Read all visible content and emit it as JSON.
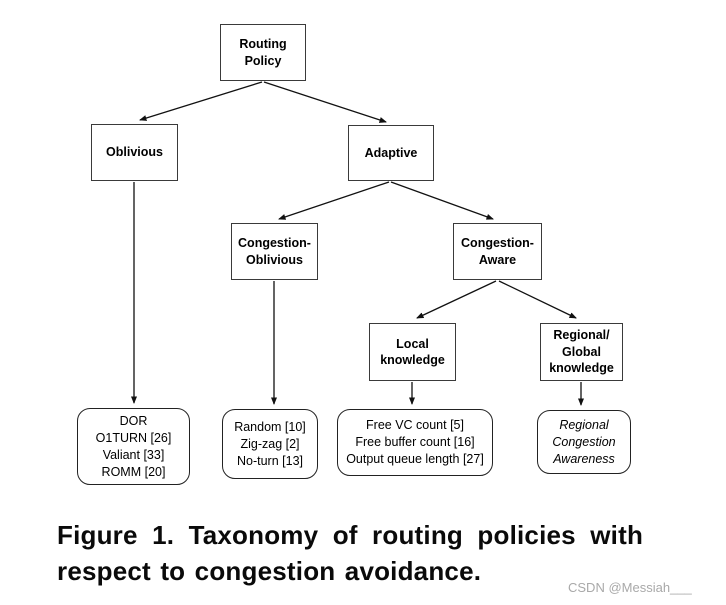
{
  "figure": {
    "nodes": [
      {
        "id": "routing-policy",
        "lines": [
          "Routing",
          "Policy"
        ]
      },
      {
        "id": "oblivious",
        "lines": [
          "Oblivious"
        ]
      },
      {
        "id": "adaptive",
        "lines": [
          "Adaptive"
        ]
      },
      {
        "id": "congestion-oblivious",
        "lines": [
          "Congestion-",
          "Oblivious"
        ]
      },
      {
        "id": "congestion-aware",
        "lines": [
          "Congestion-",
          "Aware"
        ]
      },
      {
        "id": "local-knowledge",
        "lines": [
          "Local",
          "knowledge"
        ]
      },
      {
        "id": "regional-global-knowledge",
        "lines": [
          "Regional/",
          "Global",
          "knowledge"
        ]
      }
    ],
    "leaves": [
      {
        "id": "oblivious-examples",
        "lines": [
          "DOR",
          "O1TURN [26]",
          "Valiant [33]",
          "ROMM [20]"
        ]
      },
      {
        "id": "congestion-oblivious-examples",
        "lines": [
          "Random [10]",
          "Zig-zag [2]",
          "No-turn [13]"
        ]
      },
      {
        "id": "local-knowledge-examples",
        "lines": [
          "Free VC count [5]",
          "Free buffer count [16]",
          "Output queue length [27]"
        ]
      },
      {
        "id": "regional-global-example",
        "lines": [
          "Regional",
          "Congestion",
          "Awareness"
        ],
        "style": "italic"
      }
    ],
    "edges": [
      {
        "from": "routing-policy",
        "to": "oblivious"
      },
      {
        "from": "routing-policy",
        "to": "adaptive"
      },
      {
        "from": "oblivious",
        "to": "oblivious-examples"
      },
      {
        "from": "adaptive",
        "to": "congestion-oblivious"
      },
      {
        "from": "adaptive",
        "to": "congestion-aware"
      },
      {
        "from": "congestion-oblivious",
        "to": "congestion-oblivious-examples"
      },
      {
        "from": "congestion-aware",
        "to": "local-knowledge"
      },
      {
        "from": "congestion-aware",
        "to": "regional-global-knowledge"
      },
      {
        "from": "local-knowledge",
        "to": "local-knowledge-examples"
      },
      {
        "from": "regional-global-knowledge",
        "to": "regional-global-example"
      }
    ]
  },
  "caption": {
    "line1": "Figure 1. Taxonomy of routing policies with",
    "line2": "respect to congestion avoidance."
  },
  "watermark": {
    "text": "CSDN @Messiah___"
  },
  "colors": {
    "background": "#ffffff",
    "box_border": "#3a3a3a",
    "text": "#000000",
    "caption_text": "#0a0a0a",
    "watermark_text": "#a9a9a9"
  }
}
